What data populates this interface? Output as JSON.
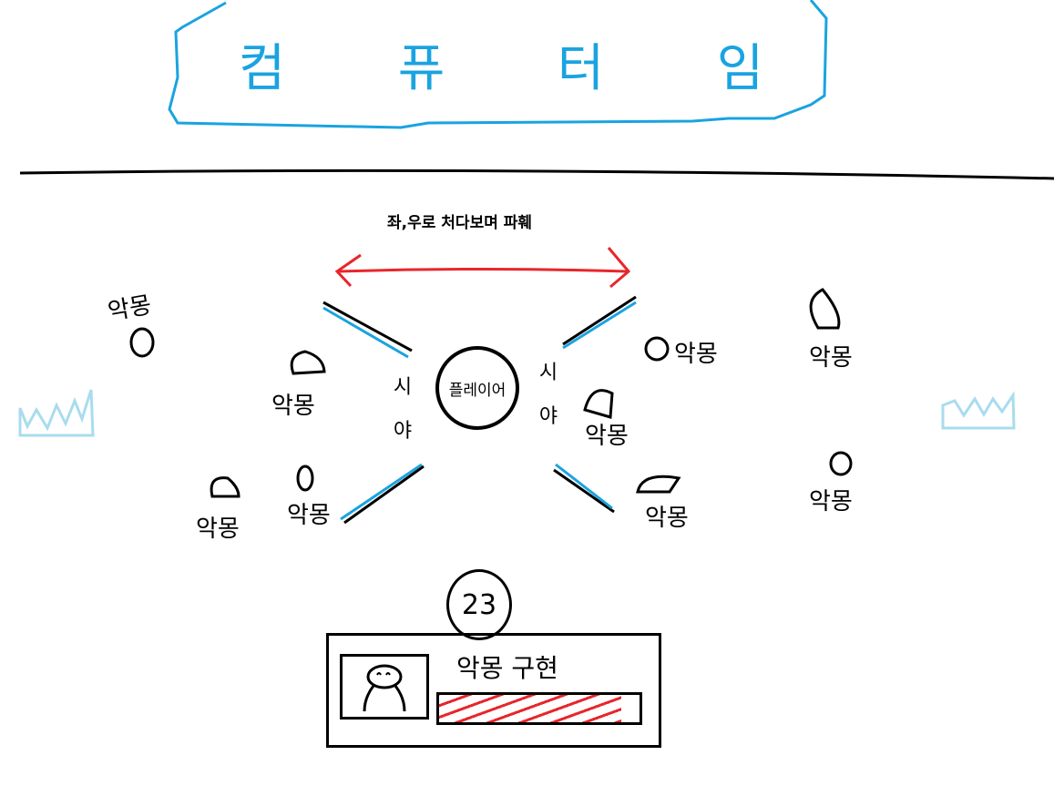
{
  "header": {
    "title_chars": [
      "컴",
      "퓨",
      "터",
      "임"
    ]
  },
  "diagram": {
    "caption": "좌,우로 처다보며 파훼",
    "player_label": "플레이어",
    "vision_left": [
      "시",
      "야"
    ],
    "vision_right": [
      "시",
      "야"
    ],
    "enemy_label": "악몽",
    "enemy_labels": [
      "악몽",
      "악몽",
      "악몽",
      "악몽",
      "악몽",
      "악몽",
      "악몽",
      "악몽",
      "악몽"
    ]
  },
  "hud": {
    "counter": "23",
    "panel_title": "악몽 구현",
    "gauge_fill_fraction": 0.91
  },
  "colors": {
    "title": "#1aa3e0",
    "arrow": "#e8262b",
    "vision_edge": "#1aa3e0",
    "barrier": "#a8dcee"
  }
}
